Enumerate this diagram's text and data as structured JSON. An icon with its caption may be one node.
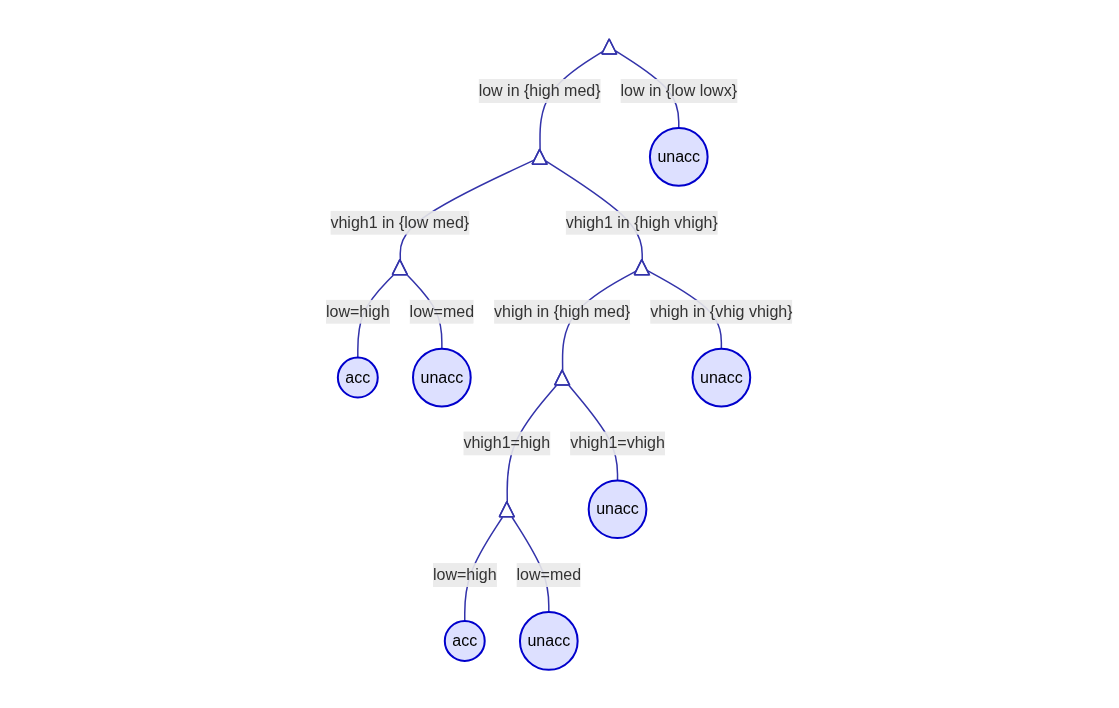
{
  "diagram": {
    "nodes": [
      {
        "text": [],
        "shape": "triangle"
      },
      {
        "text": [],
        "shape": "triangle"
      },
      {
        "text": [
          "unacc"
        ]
      },
      {
        "text": [],
        "shape": "triangle"
      },
      {
        "text": [],
        "shape": "triangle"
      },
      {
        "text": [
          "acc"
        ]
      },
      {
        "text": [
          "unacc"
        ]
      },
      {
        "text": [],
        "shape": "triangle"
      },
      {
        "text": [
          "unacc"
        ]
      },
      {
        "text": [],
        "shape": "triangle"
      },
      {
        "text": [
          "unacc"
        ]
      },
      {
        "text": [
          "acc"
        ]
      },
      {
        "text": [
          "unacc"
        ]
      }
    ],
    "edges": [
      {
        "from": 0,
        "to": 1,
        "arrow": "none",
        "label": "low in {high med}"
      },
      {
        "from": 0,
        "to": 2,
        "arrow": "none",
        "label": "low in {low lowx}"
      },
      {
        "from": 1,
        "to": 3,
        "arrow": "none",
        "label": "vhigh1 in {low med}"
      },
      {
        "from": 1,
        "to": 4,
        "arrow": "none",
        "label": "vhigh1 in {high vhigh}"
      },
      {
        "from": 3,
        "to": 5,
        "arrow": "none",
        "label": "low=high"
      },
      {
        "from": 3,
        "to": 6,
        "arrow": "none",
        "label": "low=med"
      },
      {
        "from": 4,
        "to": 7,
        "arrow": "none",
        "label": "vhigh in {high med}"
      },
      {
        "from": 4,
        "to": 8,
        "arrow": "none",
        "label": "vhigh in {vhig vhigh}"
      },
      {
        "from": 7,
        "to": 9,
        "arrow": "none",
        "label": "vhigh1=high"
      },
      {
        "from": 7,
        "to": 10,
        "arrow": "none",
        "label": "vhigh1=vhigh"
      },
      {
        "from": 9,
        "to": 11,
        "arrow": "none",
        "label": "low=high"
      },
      {
        "from": 9,
        "to": 12,
        "arrow": "none",
        "label": "low=med"
      }
    ]
  }
}
